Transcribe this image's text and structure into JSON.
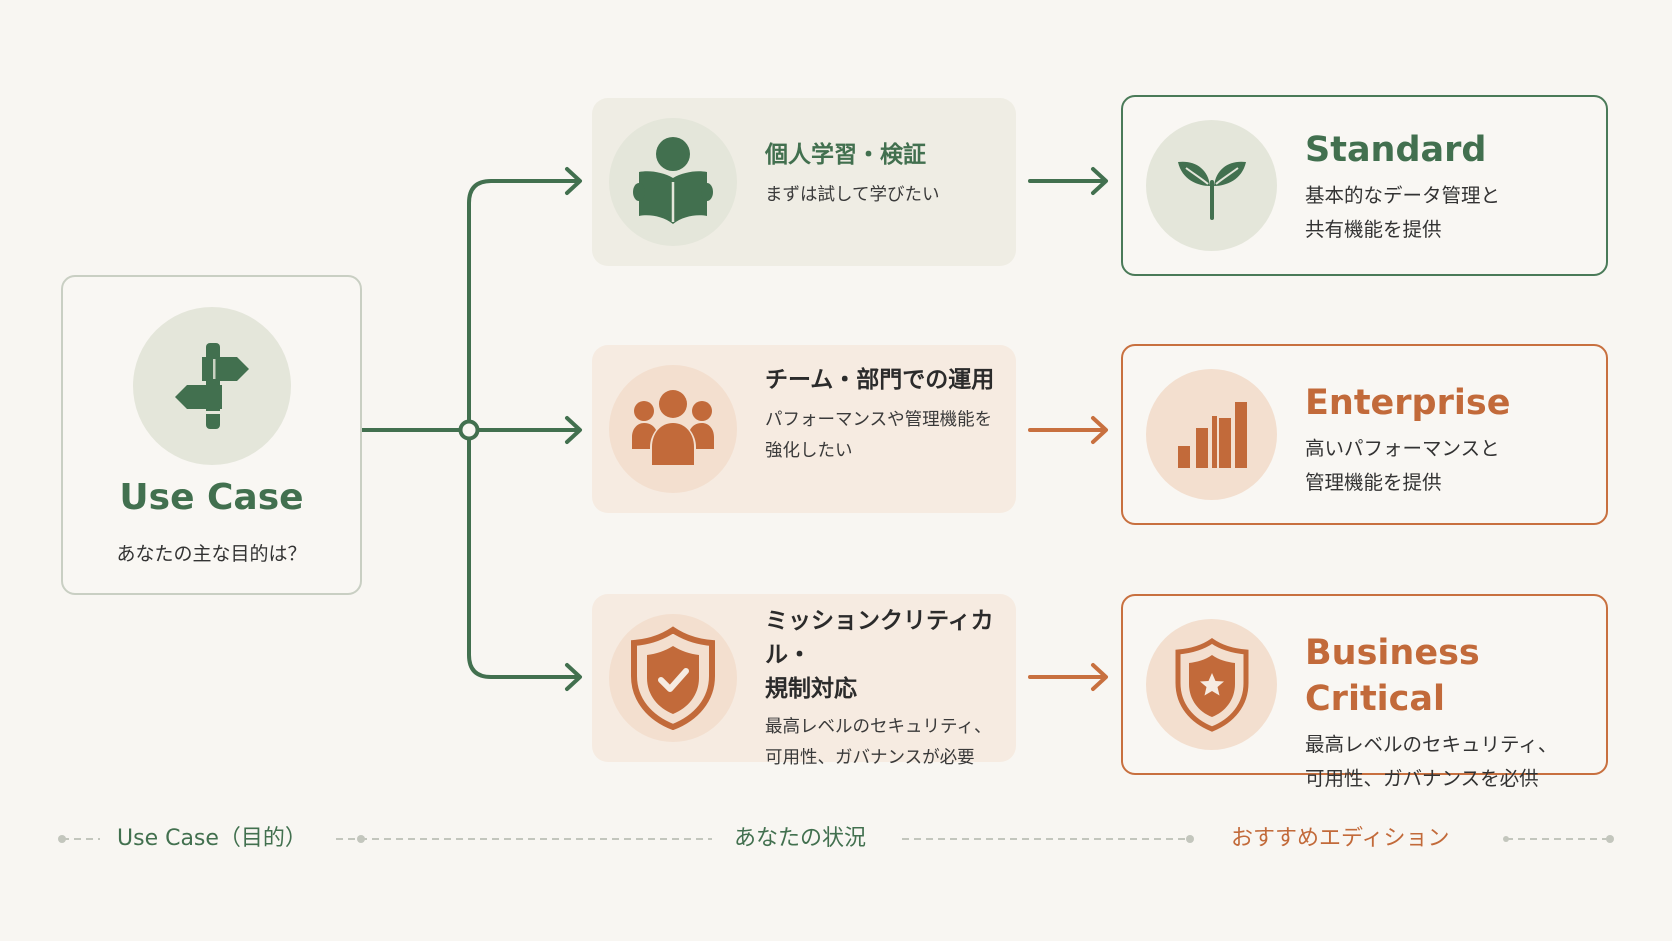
{
  "colors": {
    "green": "#42704f",
    "orange": "#c8703f",
    "background": "#f8f6f2"
  },
  "use_case": {
    "icon": "signpost-icon",
    "title": "Use Case",
    "subtitle": "あなたの主な目的は？"
  },
  "situations": [
    {
      "icon": "reader-icon",
      "title_lines": [
        "個人学習・検証"
      ],
      "desc_lines": [
        "まずは試して学びたい"
      ],
      "theme": "green"
    },
    {
      "icon": "team-icon",
      "title_lines": [
        "チーム・部門での運用"
      ],
      "desc_lines": [
        "パフォーマンスや管理機能を",
        "強化したい"
      ],
      "theme": "orange"
    },
    {
      "icon": "shield-check-icon",
      "title_lines": [
        "ミッションクリティカル・",
        "規制対応"
      ],
      "desc_lines": [
        "最高レベルのセキュリティ、",
        "可用性、ガバナンスが必要"
      ],
      "theme": "orange"
    }
  ],
  "editions": [
    {
      "icon": "sprout-icon",
      "name": "Standard",
      "desc_lines": [
        "基本的なデータ管理と",
        "共有機能を提供"
      ],
      "theme": "green"
    },
    {
      "icon": "bar-chart-icon",
      "name": "Enterprise",
      "desc_lines": [
        "高いパフォーマンスと",
        "管理機能を提供"
      ],
      "theme": "orange"
    },
    {
      "icon": "shield-star-icon",
      "name": "Business Critical",
      "desc_lines": [
        "最高レベルのセキュリティ、",
        "可用性、ガバナンスを必供"
      ],
      "theme": "orange"
    }
  ],
  "legend": {
    "use_case": "Use Case（目的）",
    "situation": "あなたの状況",
    "edition": "おすすめエディション"
  }
}
